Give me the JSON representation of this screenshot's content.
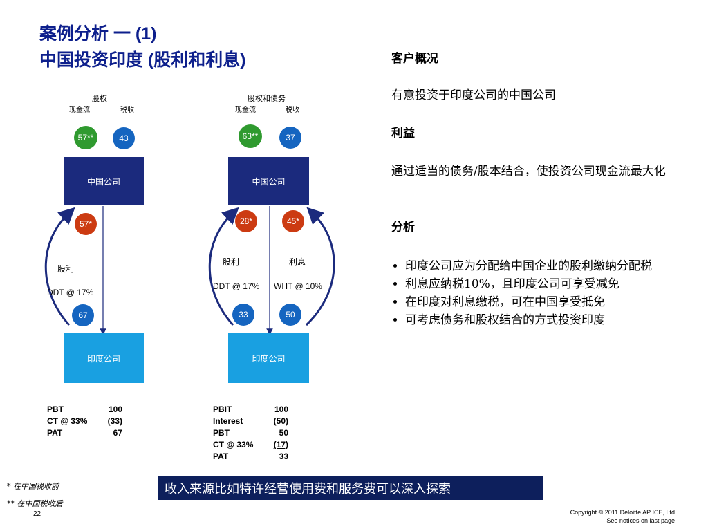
{
  "title": {
    "line1": "案例分析 一 (1)",
    "line2": "中国投资印度 (股利和利息)"
  },
  "left_diagram": {
    "header": "股权",
    "col1": "现金流",
    "col2": "税收",
    "top_circle_cash": "57**",
    "top_circle_tax": "43",
    "china_box": "中国公司",
    "mid_circle": "57*",
    "flow_label": "股利",
    "tax_label": "DDT @ 17%",
    "bottom_circle": "67",
    "india_box": "印度公司",
    "financials": [
      {
        "label": "PBT",
        "value": "100",
        "underline": false
      },
      {
        "label": "CT @ 33%",
        "value": "(33)",
        "underline": true
      },
      {
        "label": "PAT",
        "value": "67",
        "underline": false
      }
    ]
  },
  "right_diagram": {
    "header": "股权和债务",
    "col1": "现金流",
    "col2": "税收",
    "top_circle_cash": "63**",
    "top_circle_tax": "37",
    "china_box": "中国公司",
    "mid_circle_left": "28*",
    "mid_circle_right": "45*",
    "flow_label_left": "股利",
    "flow_label_right": "利息",
    "tax_label_left": "DDT @ 17%",
    "tax_label_right": "WHT @ 10%",
    "bottom_circle_left": "33",
    "bottom_circle_right": "50",
    "india_box": "印度公司",
    "financials": [
      {
        "label": "PBIT",
        "value": "100",
        "underline": false
      },
      {
        "label": "Interest",
        "value": "(50)",
        "underline": true
      },
      {
        "label": "PBT",
        "value": "50",
        "underline": false
      },
      {
        "label": "CT @ 33%",
        "value": "(17)",
        "underline": true
      },
      {
        "label": "PAT",
        "value": "33",
        "underline": false
      }
    ]
  },
  "right_panel": {
    "profile_heading": "客户概况",
    "profile_text": "有意投资于印度公司的中国公司",
    "benefit_heading": "利益",
    "benefit_text": "通过适当的债务/股本结合，使投资公司现金流最大化",
    "analysis_heading": "分析",
    "bullets": [
      "印度公司应为分配给中国企业的股利缴纳分配税",
      "利息应纳税10%，且印度公司可享受减免",
      "在印度对利息缴税，可在中国享受抵免",
      "可考虑债务和股权结合的方式投资印度"
    ]
  },
  "banner": "收入来源比如特许经营使用费和服务费可以深入探索",
  "notes": {
    "note1": "* 在中国税收前",
    "note2": "** 在中国税收后"
  },
  "page_number": "22",
  "copyright": {
    "line1": "Copyright © 2011 Deloitte AP ICE, Ltd",
    "line2": "See notices on last page"
  },
  "colors": {
    "title": "#0d1f8c",
    "navy_box": "#1b2a7d",
    "cyan_box": "#19a0e1",
    "green_circle": "#2f9a2f",
    "blue_circle": "#1565c0",
    "red_circle": "#cc3b12",
    "banner": "#0d1f5c"
  }
}
